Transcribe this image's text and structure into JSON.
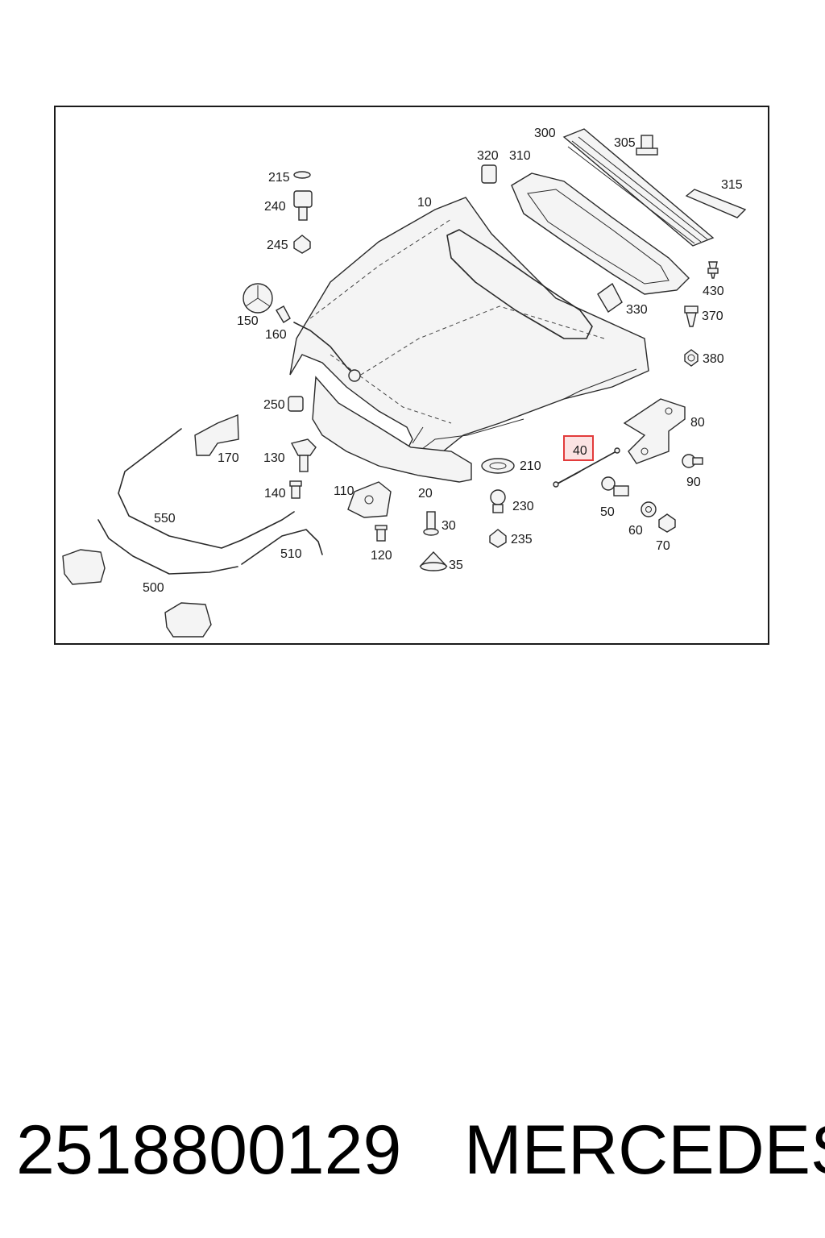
{
  "diagram": {
    "labels": {
      "l10": "10",
      "l20": "20",
      "l30": "30",
      "l35": "35",
      "l40": "40",
      "l50": "50",
      "l60": "60",
      "l70": "70",
      "l80": "80",
      "l90": "90",
      "l110": "110",
      "l120": "120",
      "l130": "130",
      "l140": "140",
      "l150": "150",
      "l160": "160",
      "l170": "170",
      "l210": "210",
      "l215": "215",
      "l230": "230",
      "l235": "235",
      "l240": "240",
      "l245": "245",
      "l250": "250",
      "l300": "300",
      "l305": "305",
      "l310": "310",
      "l315": "315",
      "l320": "320",
      "l330": "330",
      "l370": "370",
      "l380": "380",
      "l430": "430",
      "l500": "500",
      "l510": "510",
      "l550": "550"
    },
    "highlighted_label": "40",
    "highlight_color": "#e23b3b"
  },
  "footer": {
    "part_number": "2518800129",
    "brand": "MERCEDES"
  }
}
